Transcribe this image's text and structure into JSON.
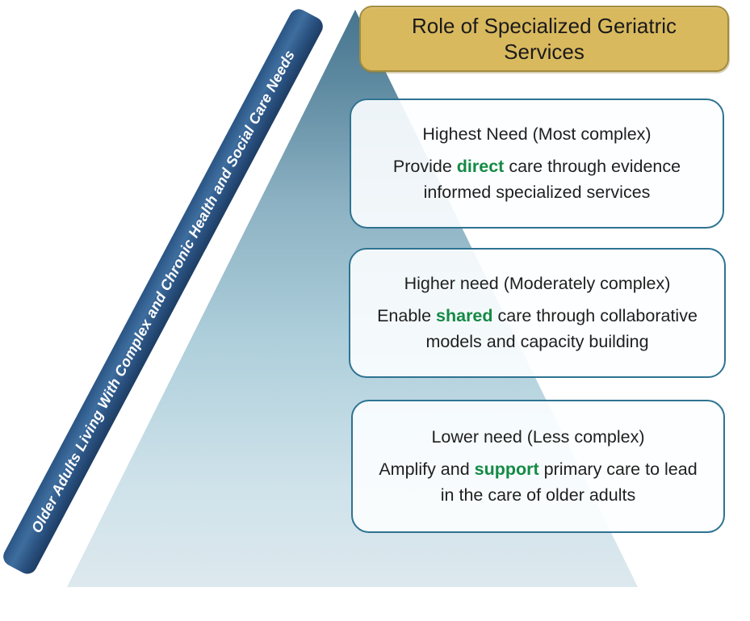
{
  "title_box": {
    "label": "Role of Specialized Geriatric Services"
  },
  "side_banner": {
    "label": "Older Adults Living With Complex and Chronic Health and Social Care Needs"
  },
  "levels": [
    {
      "heading": "Highest Need (Most complex)",
      "body_before": "Provide ",
      "highlight": "direct",
      "body_after": " care through evidence informed specialized services"
    },
    {
      "heading": "Higher need (Moderately complex)",
      "body_before": "Enable ",
      "highlight": "shared",
      "body_after": " care through collaborative models and capacity building"
    },
    {
      "heading": "Lower need (Less complex)",
      "body_before": "Amplify and ",
      "highlight": "support",
      "body_after": " primary care to lead in the care of older adults"
    }
  ],
  "colors": {
    "highlight_green": "#148a45",
    "banner_navy": "#2a5585",
    "triangle_teal_top": "#46748e",
    "triangle_teal_bottom": "#dde9ee",
    "title_gold_fill": "#d9b95e",
    "title_gold_border": "#a28c3e",
    "card_border_blue": "#2e7392"
  }
}
